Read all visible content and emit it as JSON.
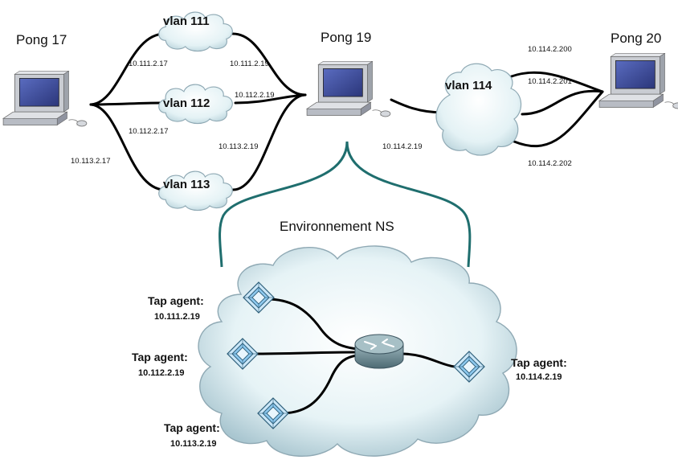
{
  "hosts": {
    "pong17": "Pong 17",
    "pong19": "Pong 19",
    "pong20": "Pong 20"
  },
  "vlans": {
    "v111": "vlan 111",
    "v112": "vlan 112",
    "v113": "vlan 113",
    "v114": "vlan 114"
  },
  "ips": {
    "p17_v111": "10.111.2.17",
    "p19_v111": "10.111.2.19",
    "p17_v112": "10.112.2.17",
    "p19_v112": "10.112.2.19",
    "p17_v113": "10.113.2.17",
    "p19_v113": "10.113.2.19",
    "p19_v114": "10.114.2.19",
    "p20_a": "10.114.2.200",
    "p20_b": "10.114.2.201",
    "p20_c": "10.114.2.202"
  },
  "environment_label": "Environnement NS",
  "tap_agents": [
    {
      "title": "Tap agent:",
      "ip": "10.111.2.19"
    },
    {
      "title": "Tap agent:",
      "ip": "10.112.2.19"
    },
    {
      "title": "Tap agent:",
      "ip": "10.113.2.19"
    },
    {
      "title": "Tap agent:",
      "ip": "10.114.2.19"
    }
  ],
  "colors": {
    "link": "#000000",
    "brace": "#1f6e6e",
    "cloud_fill": "#dff0f3",
    "cloud_stroke": "#8fa9b4",
    "monitor_screen": "#3a4a9c",
    "monitor_body": "#c9ccd2",
    "tap_fill": "#8ec9ef",
    "router": "#6f8f98"
  },
  "icons": [
    "computer-icon",
    "cloud-icon",
    "tap-agent-icon",
    "router-icon"
  ]
}
